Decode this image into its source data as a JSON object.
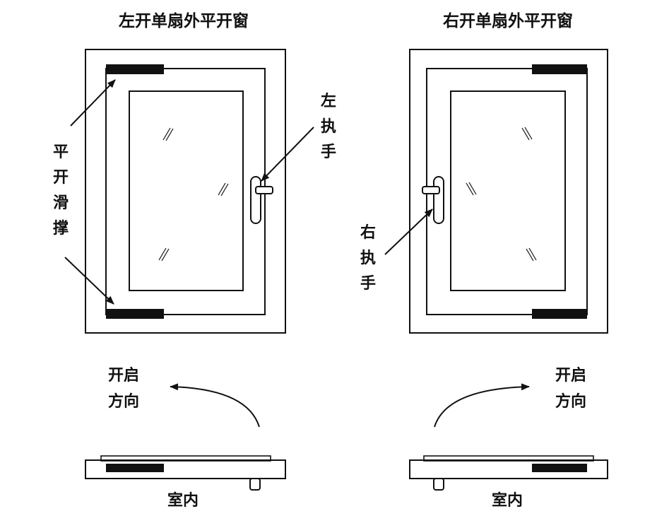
{
  "left_window": {
    "title": "左开单扇外平开窗",
    "hinge_label": [
      "平",
      "开",
      "滑",
      "撑"
    ],
    "handle_label": [
      "左",
      "执",
      "手"
    ],
    "direction_label": [
      "开启",
      "方向"
    ],
    "room_label": "室内"
  },
  "right_window": {
    "title": "右开单扇外平开窗",
    "handle_label": [
      "右",
      "执",
      "手"
    ],
    "direction_label": [
      "开启",
      "方向"
    ],
    "room_label": "室内"
  },
  "colors": {
    "line": "#111111",
    "hinge_fill": "#111111",
    "background": "#ffffff"
  }
}
